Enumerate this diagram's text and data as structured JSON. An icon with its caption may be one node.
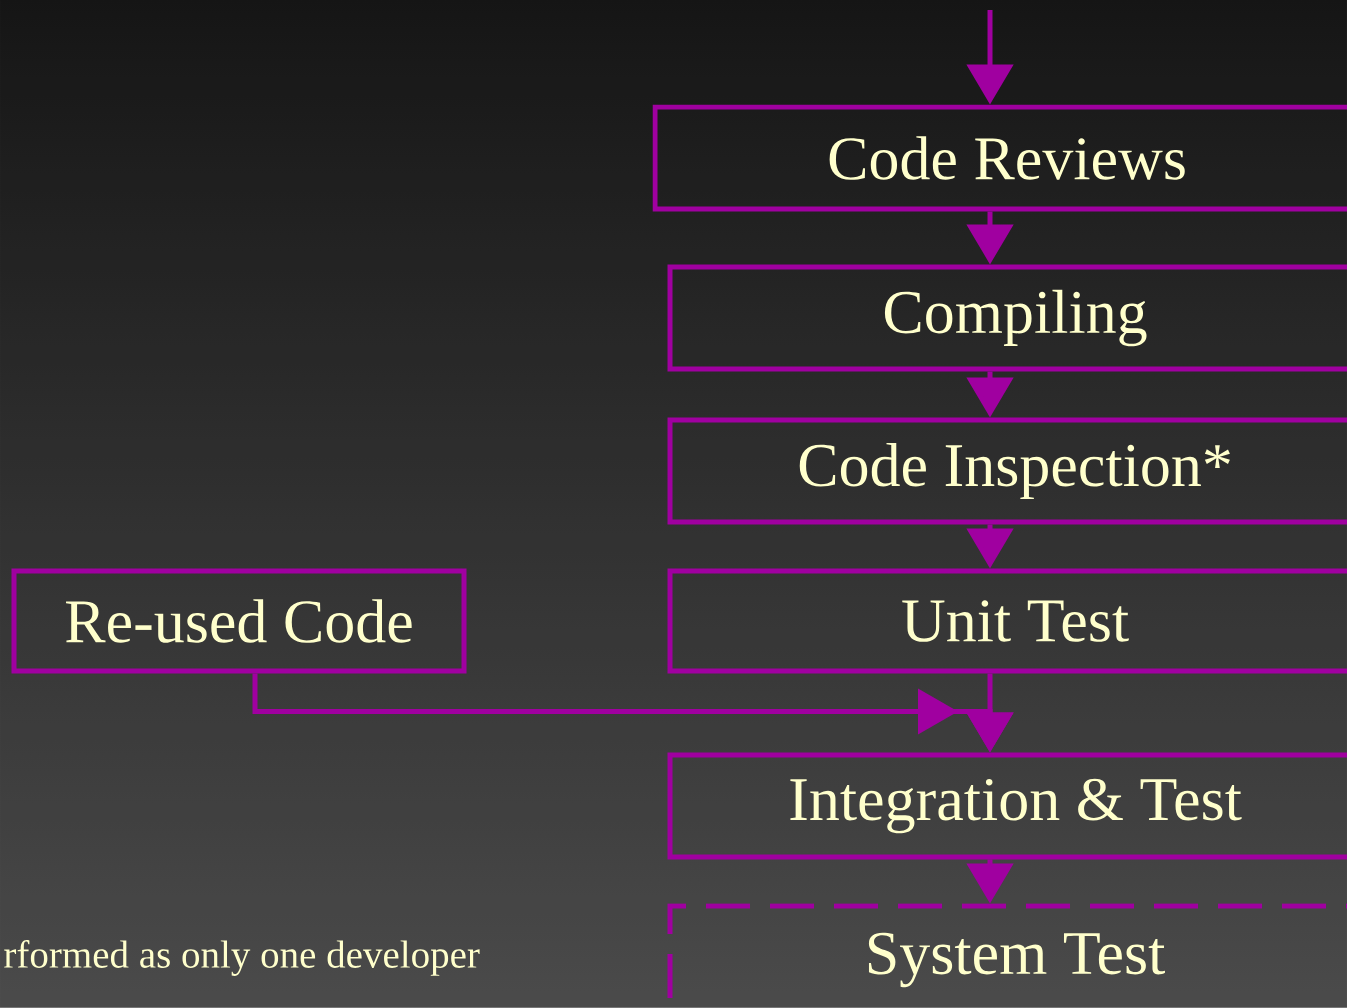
{
  "diagram": {
    "nodes": [
      {
        "text": [
          "Code Reviews"
        ]
      },
      {
        "text": [
          "Compiling"
        ]
      },
      {
        "text": [
          "Code Inspection*"
        ]
      },
      {
        "text": [
          "Re-used Code"
        ]
      },
      {
        "text": [
          "Unit Test"
        ]
      },
      {
        "text": [
          "Integration & Test"
        ]
      },
      {
        "text": [
          "System Test"
        ]
      }
    ],
    "edges": [
      {
        "from": null,
        "to": 0,
        "arrow": "to"
      },
      {
        "from": 0,
        "to": 1,
        "arrow": "to"
      },
      {
        "from": 1,
        "to": 2,
        "arrow": "to"
      },
      {
        "from": 2,
        "to": 4,
        "arrow": "to"
      },
      {
        "from": 4,
        "to": 5,
        "arrow": "to"
      },
      {
        "from": 3,
        "to": 5,
        "arrow": "to"
      },
      {
        "from": 5,
        "to": 6,
        "arrow": "to"
      }
    ],
    "labels": [
      "rformed as only one developer"
    ]
  }
}
